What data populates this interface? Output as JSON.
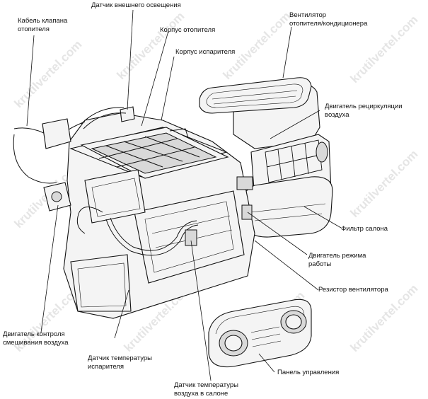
{
  "labels": {
    "heater_valve_cable": [
      "Кабель клапана",
      "отопителя"
    ],
    "ambient_light_sensor": "Датчик внешнего освещения",
    "heater_housing": "Корпус отопителя",
    "evaporator_housing": "Корпус испарителя",
    "blower": [
      "Вентилятор",
      "отопителя/кондиционера"
    ],
    "recirculation_motor": [
      "Двигатель рециркуляции",
      "воздуха"
    ],
    "cabin_filter": "Фильтр салона",
    "mode_motor": [
      "Двигатель режима",
      "работы"
    ],
    "blower_resistor": "Резистор вентилятора",
    "air_mix_motor": [
      "Двигатель контроля",
      "смешивания воздуха"
    ],
    "evaporator_temp_sensor": [
      "Датчик температуры",
      "испарителя"
    ],
    "control_panel": "Панель управления",
    "cabin_temp_sensor": [
      "Датчик температуры",
      "воздуха в салоне"
    ]
  },
  "watermark": "krutilvertel.com"
}
